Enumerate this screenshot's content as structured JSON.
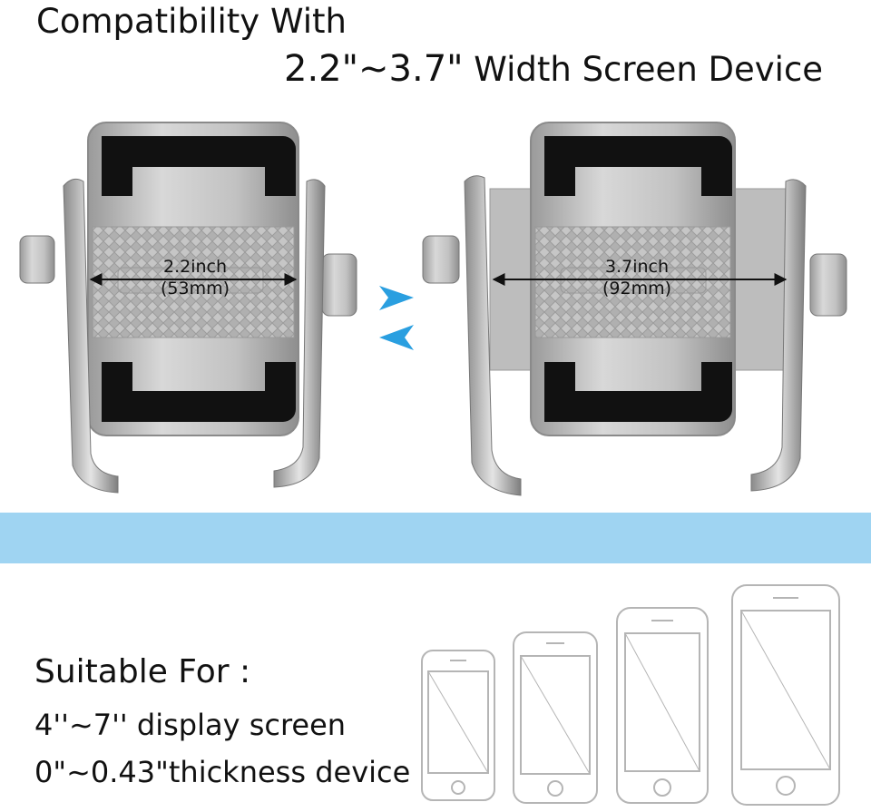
{
  "heading": {
    "line1": "Compatibility With",
    "size_range": "2.2\"~3.7\"",
    "line2_rest": " Width Screen Device"
  },
  "holders": {
    "closed": {
      "inch": "2.2inch",
      "mm": "(53mm)"
    },
    "open": {
      "inch": "3.7inch",
      "mm": "(92mm)"
    }
  },
  "arrow_color": "#2a9fe0",
  "band_color": "#9fd4f2",
  "suitable": {
    "title": "Suitable For :",
    "display": "4''~7'' display screen",
    "thickness": "0\"~0.43\"thickness device"
  },
  "phones": {
    "count": 4
  }
}
